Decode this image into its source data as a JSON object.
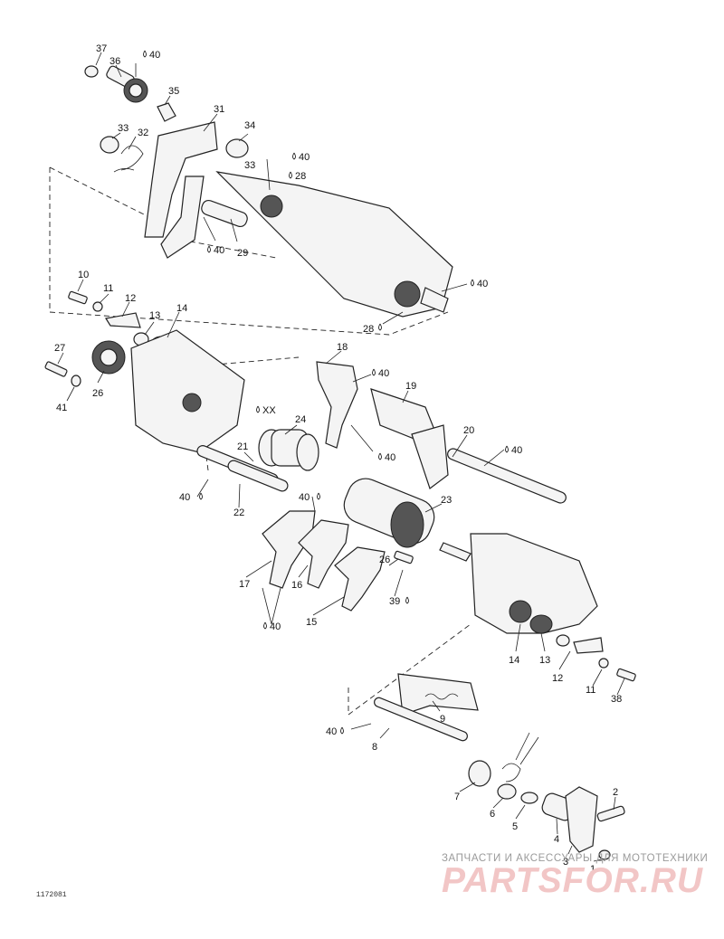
{
  "callouts": [
    {
      "id": "37",
      "text": "37"
    },
    {
      "id": "36",
      "text": "36"
    },
    {
      "id": "40a",
      "text": "40"
    },
    {
      "id": "35",
      "text": "35"
    },
    {
      "id": "31",
      "text": "31"
    },
    {
      "id": "34",
      "text": "34"
    },
    {
      "id": "33a",
      "text": "33"
    },
    {
      "id": "32",
      "text": "32"
    },
    {
      "id": "40b",
      "text": "40"
    },
    {
      "id": "33b",
      "text": "33"
    },
    {
      "id": "28a",
      "text": "28"
    },
    {
      "id": "40c",
      "text": "40"
    },
    {
      "id": "29",
      "text": "29"
    },
    {
      "id": "40d",
      "text": "40"
    },
    {
      "id": "28b",
      "text": "28"
    },
    {
      "id": "10",
      "text": "10"
    },
    {
      "id": "11a",
      "text": "11"
    },
    {
      "id": "12a",
      "text": "12"
    },
    {
      "id": "13a",
      "text": "13"
    },
    {
      "id": "14a",
      "text": "14"
    },
    {
      "id": "27",
      "text": "27"
    },
    {
      "id": "26a",
      "text": "26"
    },
    {
      "id": "41",
      "text": "41"
    },
    {
      "id": "18",
      "text": "18"
    },
    {
      "id": "40e",
      "text": "40"
    },
    {
      "id": "19",
      "text": "19"
    },
    {
      "id": "40f",
      "text": "40"
    },
    {
      "id": "20",
      "text": "20"
    },
    {
      "id": "40g",
      "text": "40"
    },
    {
      "id": "xx",
      "text": "XX"
    },
    {
      "id": "24",
      "text": "24"
    },
    {
      "id": "21",
      "text": "21"
    },
    {
      "id": "40h",
      "text": "40"
    },
    {
      "id": "22",
      "text": "22"
    },
    {
      "id": "40i",
      "text": "40"
    },
    {
      "id": "23",
      "text": "23"
    },
    {
      "id": "17",
      "text": "17"
    },
    {
      "id": "16",
      "text": "16"
    },
    {
      "id": "26b",
      "text": "26"
    },
    {
      "id": "39",
      "text": "39"
    },
    {
      "id": "15",
      "text": "15"
    },
    {
      "id": "40j",
      "text": "40"
    },
    {
      "id": "14b",
      "text": "14"
    },
    {
      "id": "13b",
      "text": "13"
    },
    {
      "id": "12b",
      "text": "12"
    },
    {
      "id": "11b",
      "text": "11"
    },
    {
      "id": "38",
      "text": "38"
    },
    {
      "id": "9",
      "text": "9"
    },
    {
      "id": "40k",
      "text": "40"
    },
    {
      "id": "8",
      "text": "8"
    },
    {
      "id": "7",
      "text": "7"
    },
    {
      "id": "6",
      "text": "6"
    },
    {
      "id": "5",
      "text": "5"
    },
    {
      "id": "4",
      "text": "4"
    },
    {
      "id": "2",
      "text": "2"
    },
    {
      "id": "3",
      "text": "3"
    },
    {
      "id": "1",
      "text": "1"
    }
  ],
  "watermark": {
    "tagline": "ЗАПЧАСТИ И АКСЕССУАРЫ ДЛЯ МОТОТЕХНИКИ",
    "brand": "PARTSFOR.RU"
  },
  "drawing_code": "1172081"
}
